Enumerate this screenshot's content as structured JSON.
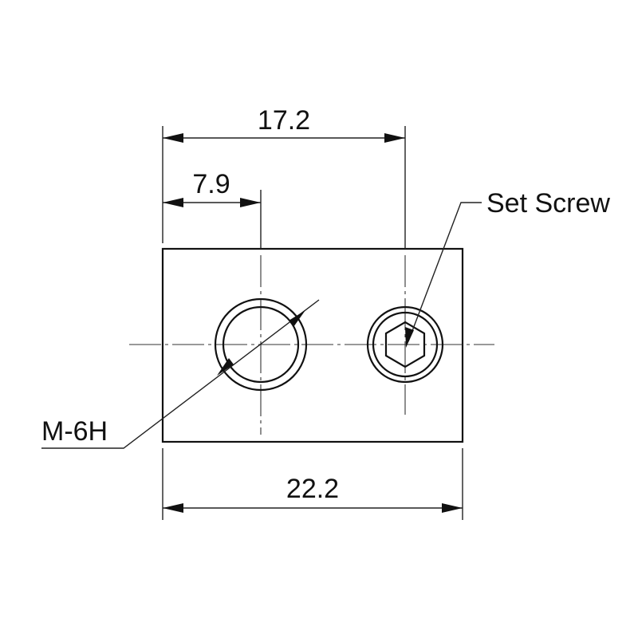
{
  "diagram": {
    "dimensions": {
      "overall_hole_spacing": "17.2",
      "first_hole_offset": "7.9",
      "total_width": "22.2"
    },
    "callouts": {
      "set_screw": "Set Screw",
      "thread": "M-6H"
    },
    "colors": {
      "line": "#111111",
      "background": "#ffffff"
    }
  }
}
